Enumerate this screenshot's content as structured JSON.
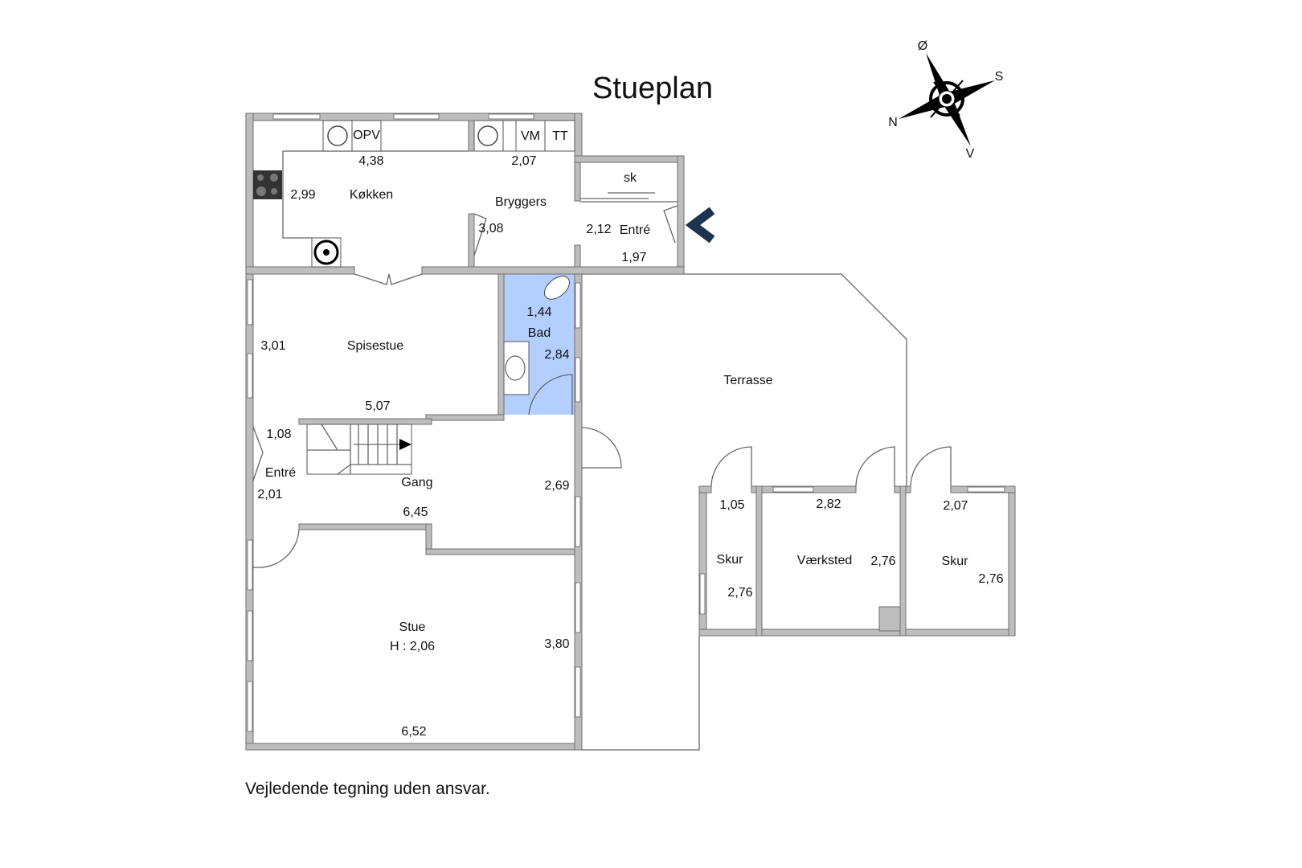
{
  "title": "Stueplan",
  "footer": "Vejledende tegning uden ansvar.",
  "compass": {
    "n": "N",
    "s": "S",
    "e": "Ø",
    "w": "V"
  },
  "colors": {
    "bath": "#b3cfff",
    "wall": "#bdbdbd",
    "entrance_arrow": "#1c3350"
  },
  "rooms": {
    "kokken": {
      "name": "Køkken",
      "w": "4,38",
      "d": "2,99",
      "fixture": "OPV"
    },
    "bryggers": {
      "name": "Bryggers",
      "w": "2,07",
      "d": "3,08",
      "fixtures": [
        "VM",
        "TT"
      ]
    },
    "entre1": {
      "name": "Entré",
      "w": "1,97",
      "d": "2,12",
      "closet": "sk"
    },
    "bad": {
      "name": "Bad",
      "w": "1,44",
      "d": "2,84"
    },
    "spisestue": {
      "name": "Spisestue",
      "w": "5,07",
      "d": "3,01"
    },
    "entre2": {
      "name": "Entré",
      "w": "1,08",
      "d": "2,01"
    },
    "gang": {
      "name": "Gang",
      "w": "6,45",
      "d": "2,69"
    },
    "stue": {
      "name": "Stue",
      "height": "H : 2,06",
      "w": "6,52",
      "d": "3,80"
    },
    "terrasse": {
      "name": "Terrasse"
    },
    "skur1": {
      "name": "Skur",
      "w": "1,05",
      "d": "2,76"
    },
    "vaerksted": {
      "name": "Værksted",
      "w": "2,82",
      "d": "2,76"
    },
    "skur2": {
      "name": "Skur",
      "w": "2,07",
      "d": "2,76"
    }
  }
}
